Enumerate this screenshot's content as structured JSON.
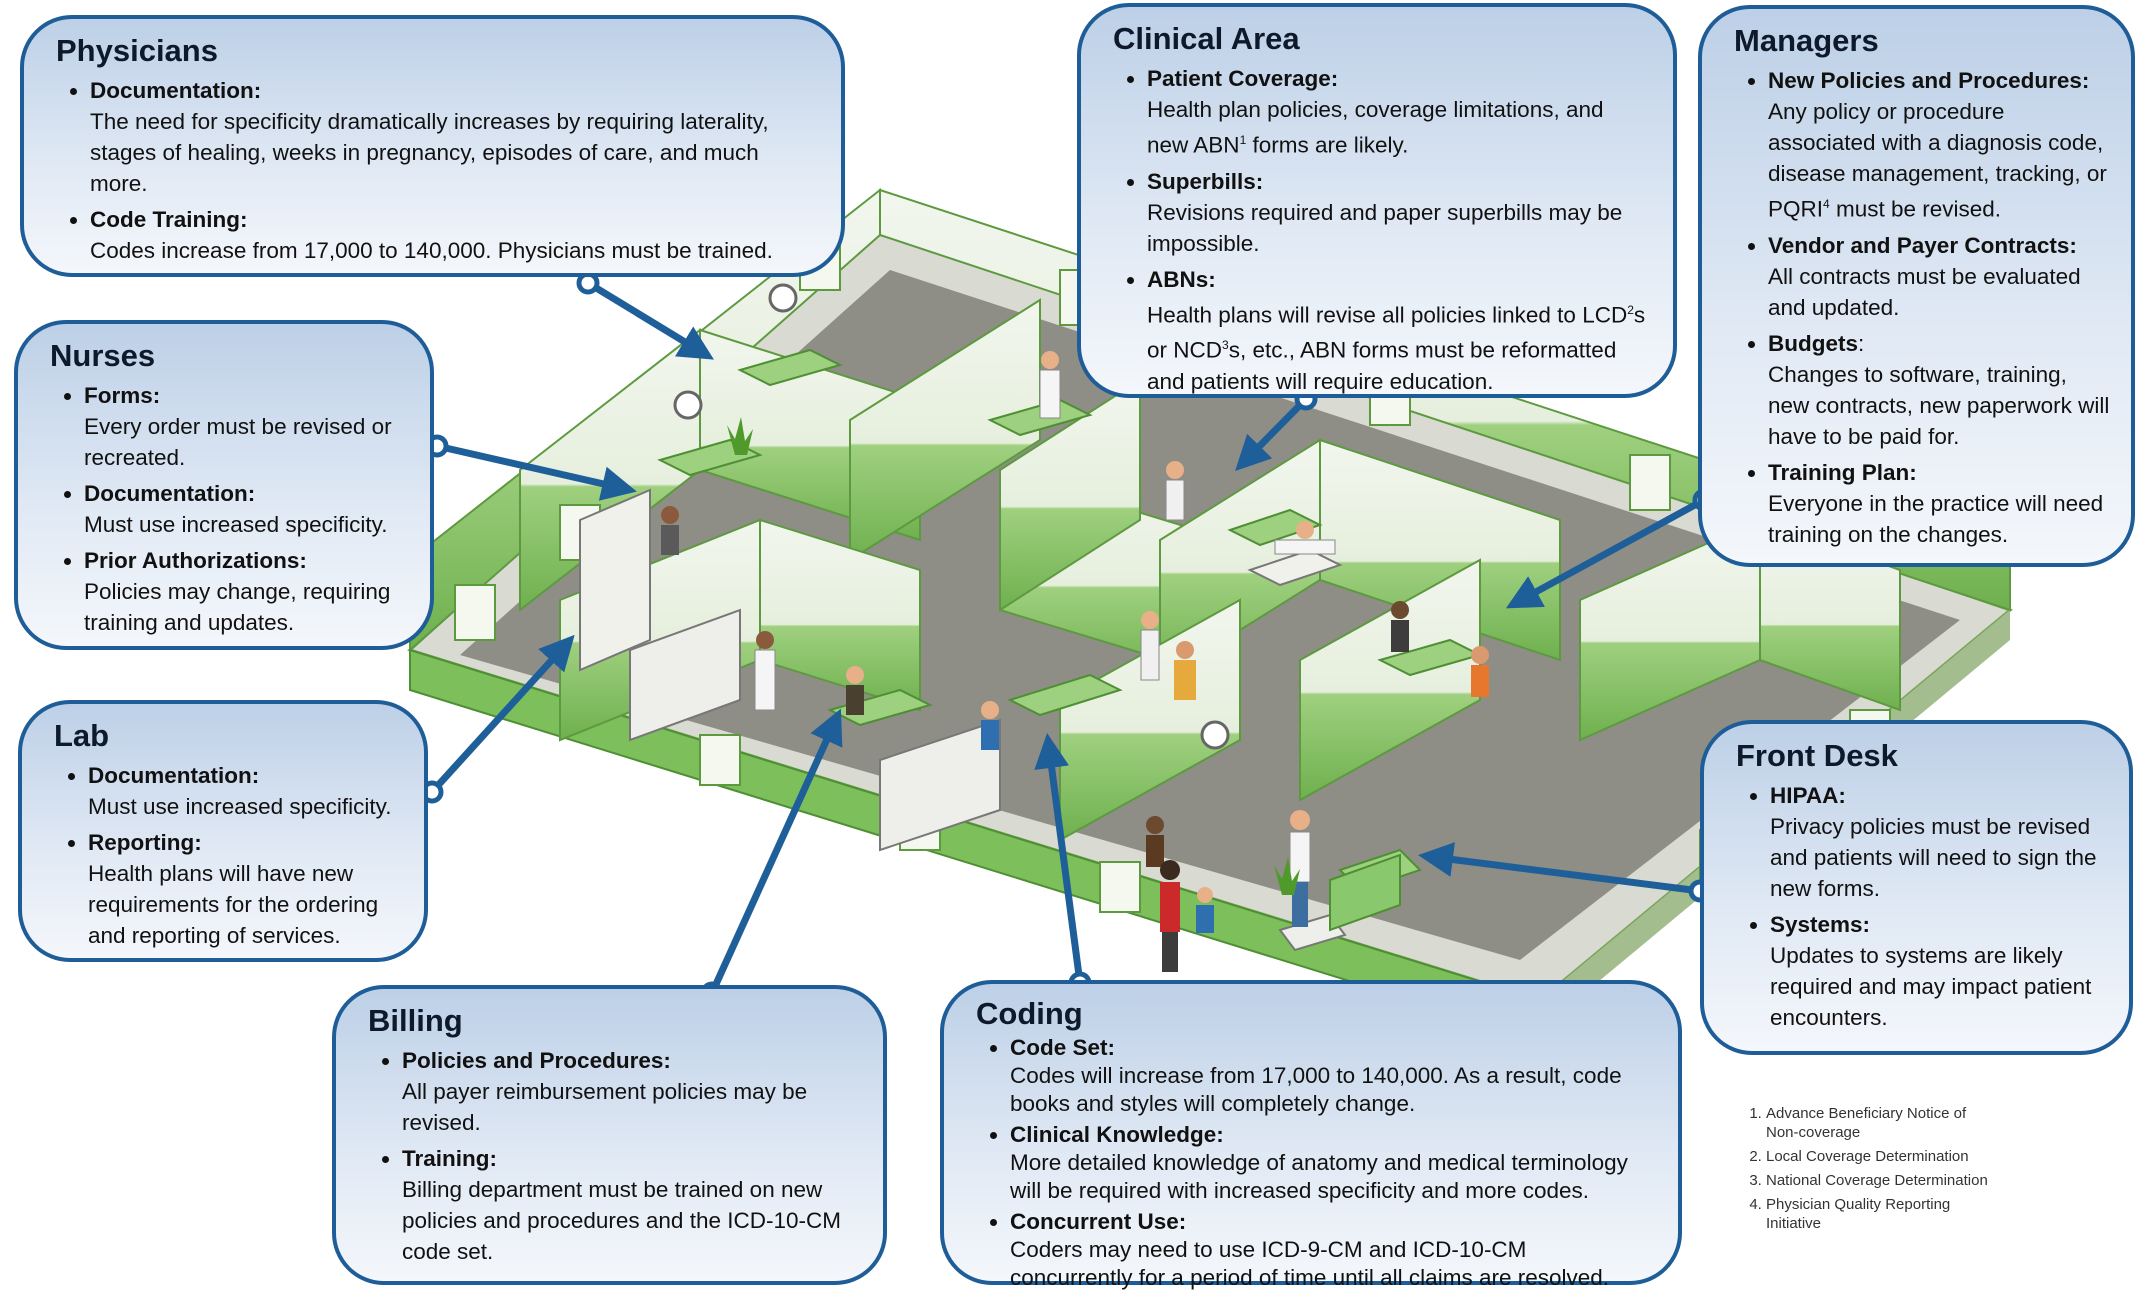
{
  "callouts": {
    "physicians": {
      "title": "Physicians",
      "items": [
        {
          "term": "Documentation:",
          "text": "The need for specificity dramatically increases by requiring laterality, stages of healing, weeks in pregnancy, episodes of care, and much more."
        },
        {
          "term": "Code Training:",
          "text": "Codes increase from 17,000 to 140,000. Physicians must be trained."
        }
      ]
    },
    "nurses": {
      "title": "Nurses",
      "items": [
        {
          "term": "Forms:",
          "text": "Every order must be revised or recreated."
        },
        {
          "term": "Documentation:",
          "text": "Must use increased specificity."
        },
        {
          "term": "Prior Authorizations:",
          "text": "Policies may change, requiring training and updates."
        }
      ]
    },
    "lab": {
      "title": "Lab",
      "items": [
        {
          "term": "Documentation:",
          "text": "Must use increased specificity."
        },
        {
          "term": "Reporting:",
          "text": "Health plans will have new requirements for the ordering and reporting of services."
        }
      ]
    },
    "billing": {
      "title": "Billing",
      "items": [
        {
          "term": "Policies and Procedures:",
          "text": "All payer reimbursement policies may be revised."
        },
        {
          "term": "Training:",
          "text": "Billing department must be trained on new policies and procedures and the ICD-10-CM code set."
        }
      ]
    },
    "coding": {
      "title": "Coding",
      "items": [
        {
          "term": "Code Set:",
          "text": "Codes will increase from 17,000 to 140,000. As a result, code books and styles will completely change."
        },
        {
          "term": "Clinical Knowledge:",
          "text": "More detailed knowledge of anatomy and medical terminology will be required with increased specificity and more codes."
        },
        {
          "term": "Concurrent Use:",
          "text": "Coders may need to use ICD-9-CM and ICD-10-CM concurrently for a period of time until all claims are resolved."
        }
      ]
    },
    "clinical": {
      "title": "Clinical Area",
      "items": [
        {
          "term": "Patient Coverage:",
          "text_a": "Health plan policies, coverage limitations, and new ABN",
          "sup_a": "1",
          "text_b": " forms are likely."
        },
        {
          "term": "Superbills:",
          "text": "Revisions required and paper superbills may be impossible."
        },
        {
          "term": "ABNs:",
          "text_a": "Health plans will revise all policies linked to LCD",
          "sup_a": "2",
          "text_b": "s or NCD",
          "sup_b": "3",
          "text_c": "s, etc., ABN forms must be reformatted and patients will require education."
        }
      ]
    },
    "managers": {
      "title": "Managers",
      "items": [
        {
          "term": "New Policies and Procedures:",
          "text_a": "Any policy or procedure associated with a diagnosis code, disease management, tracking, or PQRI",
          "sup_a": "4",
          "text_b": " must be revised."
        },
        {
          "term": "Vendor and Payer Contracts:",
          "text": "All contracts must be evaluated and updated."
        },
        {
          "term": "Budgets",
          "punct": ":",
          "text": "Changes to software, training, new contracts, new paperwork will have to be paid for."
        },
        {
          "term": "Training Plan:",
          "text": "Everyone in the practice will need training on the changes."
        }
      ]
    },
    "frontdesk": {
      "title": "Front Desk",
      "items": [
        {
          "term": "HIPAA:",
          "text": "Privacy policies must be revised and patients will need to sign the new forms."
        },
        {
          "term": "Systems:",
          "text": "Updates to systems are likely required and may impact patient encounters."
        }
      ]
    }
  },
  "footnotes": [
    "Advance Beneficiary Notice of Non-coverage",
    "Local Coverage Determination",
    "National Coverage Determination",
    "Physician Quality Reporting Initiative"
  ],
  "colors": {
    "callout_border": "#1e5d97",
    "arrow": "#1f5f99",
    "wall_green": "#8cc66f",
    "floor": "#8a8a82"
  }
}
